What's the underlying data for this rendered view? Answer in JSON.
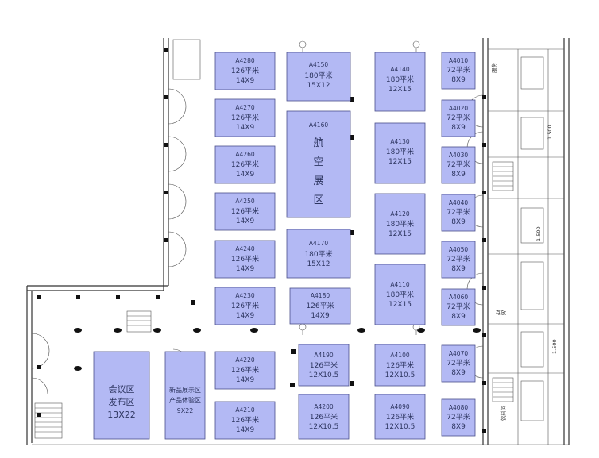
{
  "booths": [
    {
      "id": "A4280",
      "area": "126平米",
      "dim": "14X9"
    },
    {
      "id": "A4270",
      "area": "126平米",
      "dim": "14X9"
    },
    {
      "id": "A4260",
      "area": "126平米",
      "dim": "14X9"
    },
    {
      "id": "A4250",
      "area": "126平米",
      "dim": "14X9"
    },
    {
      "id": "A4240",
      "area": "126平米",
      "dim": "14X9"
    },
    {
      "id": "A4230",
      "area": "126平米",
      "dim": "14X9"
    },
    {
      "id": "A4220",
      "area": "126平米",
      "dim": "14X9"
    },
    {
      "id": "A4210",
      "area": "126平米",
      "dim": "14X9"
    },
    {
      "id": "A4150",
      "area": "180平米",
      "dim": "15X12"
    },
    {
      "id": "A4160",
      "area": "",
      "dim": ""
    },
    {
      "id": "A4170",
      "area": "180平米",
      "dim": "15X12"
    },
    {
      "id": "A4180",
      "area": "126平米",
      "dim": "14X9"
    },
    {
      "id": "A4190",
      "area": "126平米",
      "dim": "12X10.5"
    },
    {
      "id": "A4200",
      "area": "126平米",
      "dim": "12X10.5"
    },
    {
      "id": "A4140",
      "area": "180平米",
      "dim": "12X15"
    },
    {
      "id": "A4130",
      "area": "180平米",
      "dim": "12X15"
    },
    {
      "id": "A4120",
      "area": "180平米",
      "dim": "12X15"
    },
    {
      "id": "A4110",
      "area": "180平米",
      "dim": "12X15"
    },
    {
      "id": "A4100",
      "area": "126平米",
      "dim": "12X10.5"
    },
    {
      "id": "A4090",
      "area": "126平米",
      "dim": "12X10.5"
    },
    {
      "id": "A4010",
      "area": "72平米",
      "dim": "8X9"
    },
    {
      "id": "A4020",
      "area": "72平米",
      "dim": "8X9"
    },
    {
      "id": "A4030",
      "area": "72平米",
      "dim": "8X9"
    },
    {
      "id": "A4040",
      "area": "72平米",
      "dim": "8X9"
    },
    {
      "id": "A4050",
      "area": "72平米",
      "dim": "8X9"
    },
    {
      "id": "A4060",
      "area": "72平米",
      "dim": "8X9"
    },
    {
      "id": "A4070",
      "area": "72平米",
      "dim": "8X9"
    },
    {
      "id": "A4080",
      "area": "72平米",
      "dim": "8X9"
    }
  ],
  "aviation_zone_chars": [
    "航",
    "空",
    "展",
    "区"
  ],
  "conference_zone": {
    "line1": "会议区",
    "line2": "发布区",
    "dim": "13X22"
  },
  "new_product_zone": {
    "line1": "新品展示区",
    "line2": "产品体验区",
    "dim": "9X22"
  },
  "small_labels": {
    "service": "服务",
    "storage": "存放",
    "drink_room": "饮料间",
    "elev_a": "1.500",
    "elev_b": "1.500",
    "elev_c": "1.500"
  },
  "colors": {
    "booth_fill": "#b3b9f4",
    "booth_text": "#2d3560",
    "wall": "#333333"
  }
}
